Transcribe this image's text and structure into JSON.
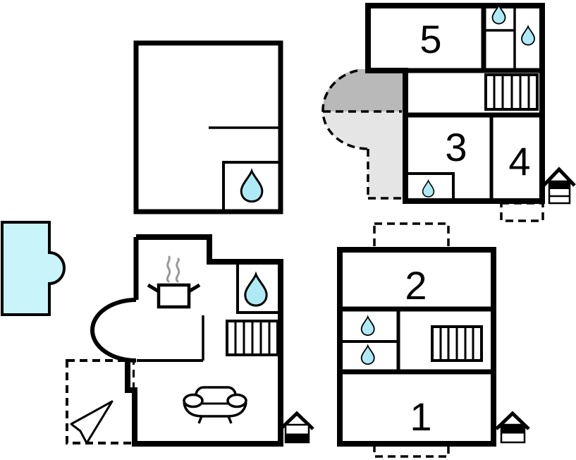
{
  "colors": {
    "wall": "#000000",
    "water": "#aeeaf5",
    "pool": "#c9f4f9",
    "terrace_dark": "#b9b9b9",
    "terrace_light": "#e5e5e5",
    "terrace_mid": "#c9c9c9",
    "steam": "#999999",
    "text": "#000000"
  },
  "rooms": {
    "r1": "1",
    "r2": "2",
    "r3": "3",
    "r4": "4",
    "r5": "5"
  },
  "icons": {
    "water_drop": "water-drop",
    "stairs": "staircase",
    "stove": "stove-pot-with-steam",
    "sofa": "sofa",
    "pool": "pool",
    "direction_arrow": "direction-arrow",
    "house_top_of_3": "house-level-indicator-top-of-3",
    "house_upper_of_2": "house-level-indicator-upper-of-2",
    "house_lower_of_2": "house-level-indicator-lower-of-2"
  }
}
